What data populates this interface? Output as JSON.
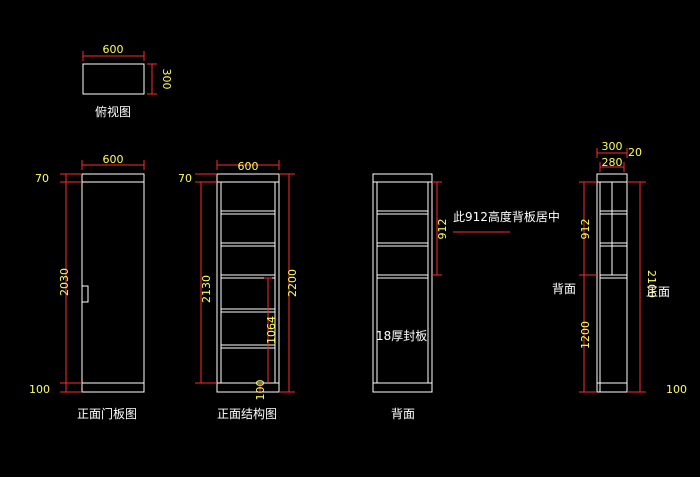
{
  "colors": {
    "background": "#000000",
    "outline": "#ffffff",
    "dimension_line": "#ff2a2a",
    "dimension_text": "#ffff55",
    "label_text": "#ffffff"
  },
  "top_view": {
    "label": "俯视图",
    "width": "600",
    "depth": "300"
  },
  "front_door": {
    "label": "正面门板图",
    "width": "600",
    "top_offset": "70",
    "door_height": "2030",
    "bottom_offset": "100"
  },
  "front_structure": {
    "label": "正面结构图",
    "width": "600",
    "top_offset": "70",
    "inner_height": "2130",
    "total_height": "2200",
    "lower_compartment": "1064",
    "plinth": "100"
  },
  "back_view": {
    "label": "背面",
    "upper_section": "912",
    "note": "此912高度背板居中",
    "panel_note": "18厚封板"
  },
  "side_view": {
    "outer_depth": "300",
    "inner_depth": "280",
    "back_gap": "20",
    "upper_section": "912",
    "lower_section": "1200",
    "total_height": "2100",
    "bottom_offset": "100",
    "back_label": "背面",
    "front_label": "正面"
  }
}
